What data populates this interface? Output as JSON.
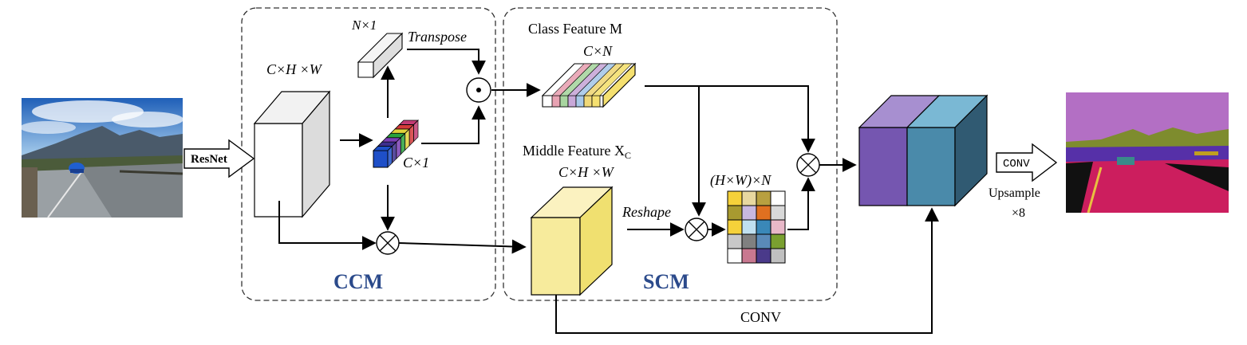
{
  "modules": {
    "ccm_label": "CCM",
    "scm_label": "SCM",
    "label_color": "#2b4a8b"
  },
  "labels": {
    "resnet": "ResNet",
    "n_by_1": "N×1",
    "transpose": "Transpose",
    "chw_in": "C×H ×W",
    "c_by_1": "C×1",
    "class_feature": "Class Feature M",
    "c_by_n": "C×N",
    "middle_feature": "Middle Feature X",
    "middle_feature_sub": "C",
    "chw_mid": "C×H ×W",
    "reshape": "Reshape",
    "hw_by_n": "(H×W)×N",
    "conv_bottom": "CONV",
    "conv_head": "CONV",
    "upsample": "Upsample",
    "upsample_factor": "×8"
  },
  "colors": {
    "class_vector": [
      "#1e4fc8",
      "#3d2f8f",
      "#7a3fb5",
      "#2aa13c",
      "#e0d13a",
      "#d43a3a",
      "#c23b73"
    ],
    "class_feature_strips": [
      "#e8a3b3",
      "#a8d5a0",
      "#c8a8d8",
      "#a8c8e8",
      "#f0d878",
      "#f5e070"
    ],
    "matrix_cells": [
      [
        "#f5d13a",
        "#e8d8a0",
        "#b8a040",
        "#ffffff"
      ],
      [
        "#a89a30",
        "#c8b8e0",
        "#e07020",
        "#d8d8d8"
      ],
      [
        "#f5d13a",
        "#c0e0f0",
        "#3a88b8",
        "#e8b8c8"
      ],
      [
        "#c8c8c8",
        "#808080",
        "#5a8ab8",
        "#7aa030"
      ],
      [
        "#ffffff",
        "#c87890",
        "#4a3a8a",
        "#c0c0c0"
      ]
    ],
    "output_cube_left": "#7556b0",
    "output_cube_right": "#4a8aaa",
    "middle_cube": "#f5e898"
  }
}
